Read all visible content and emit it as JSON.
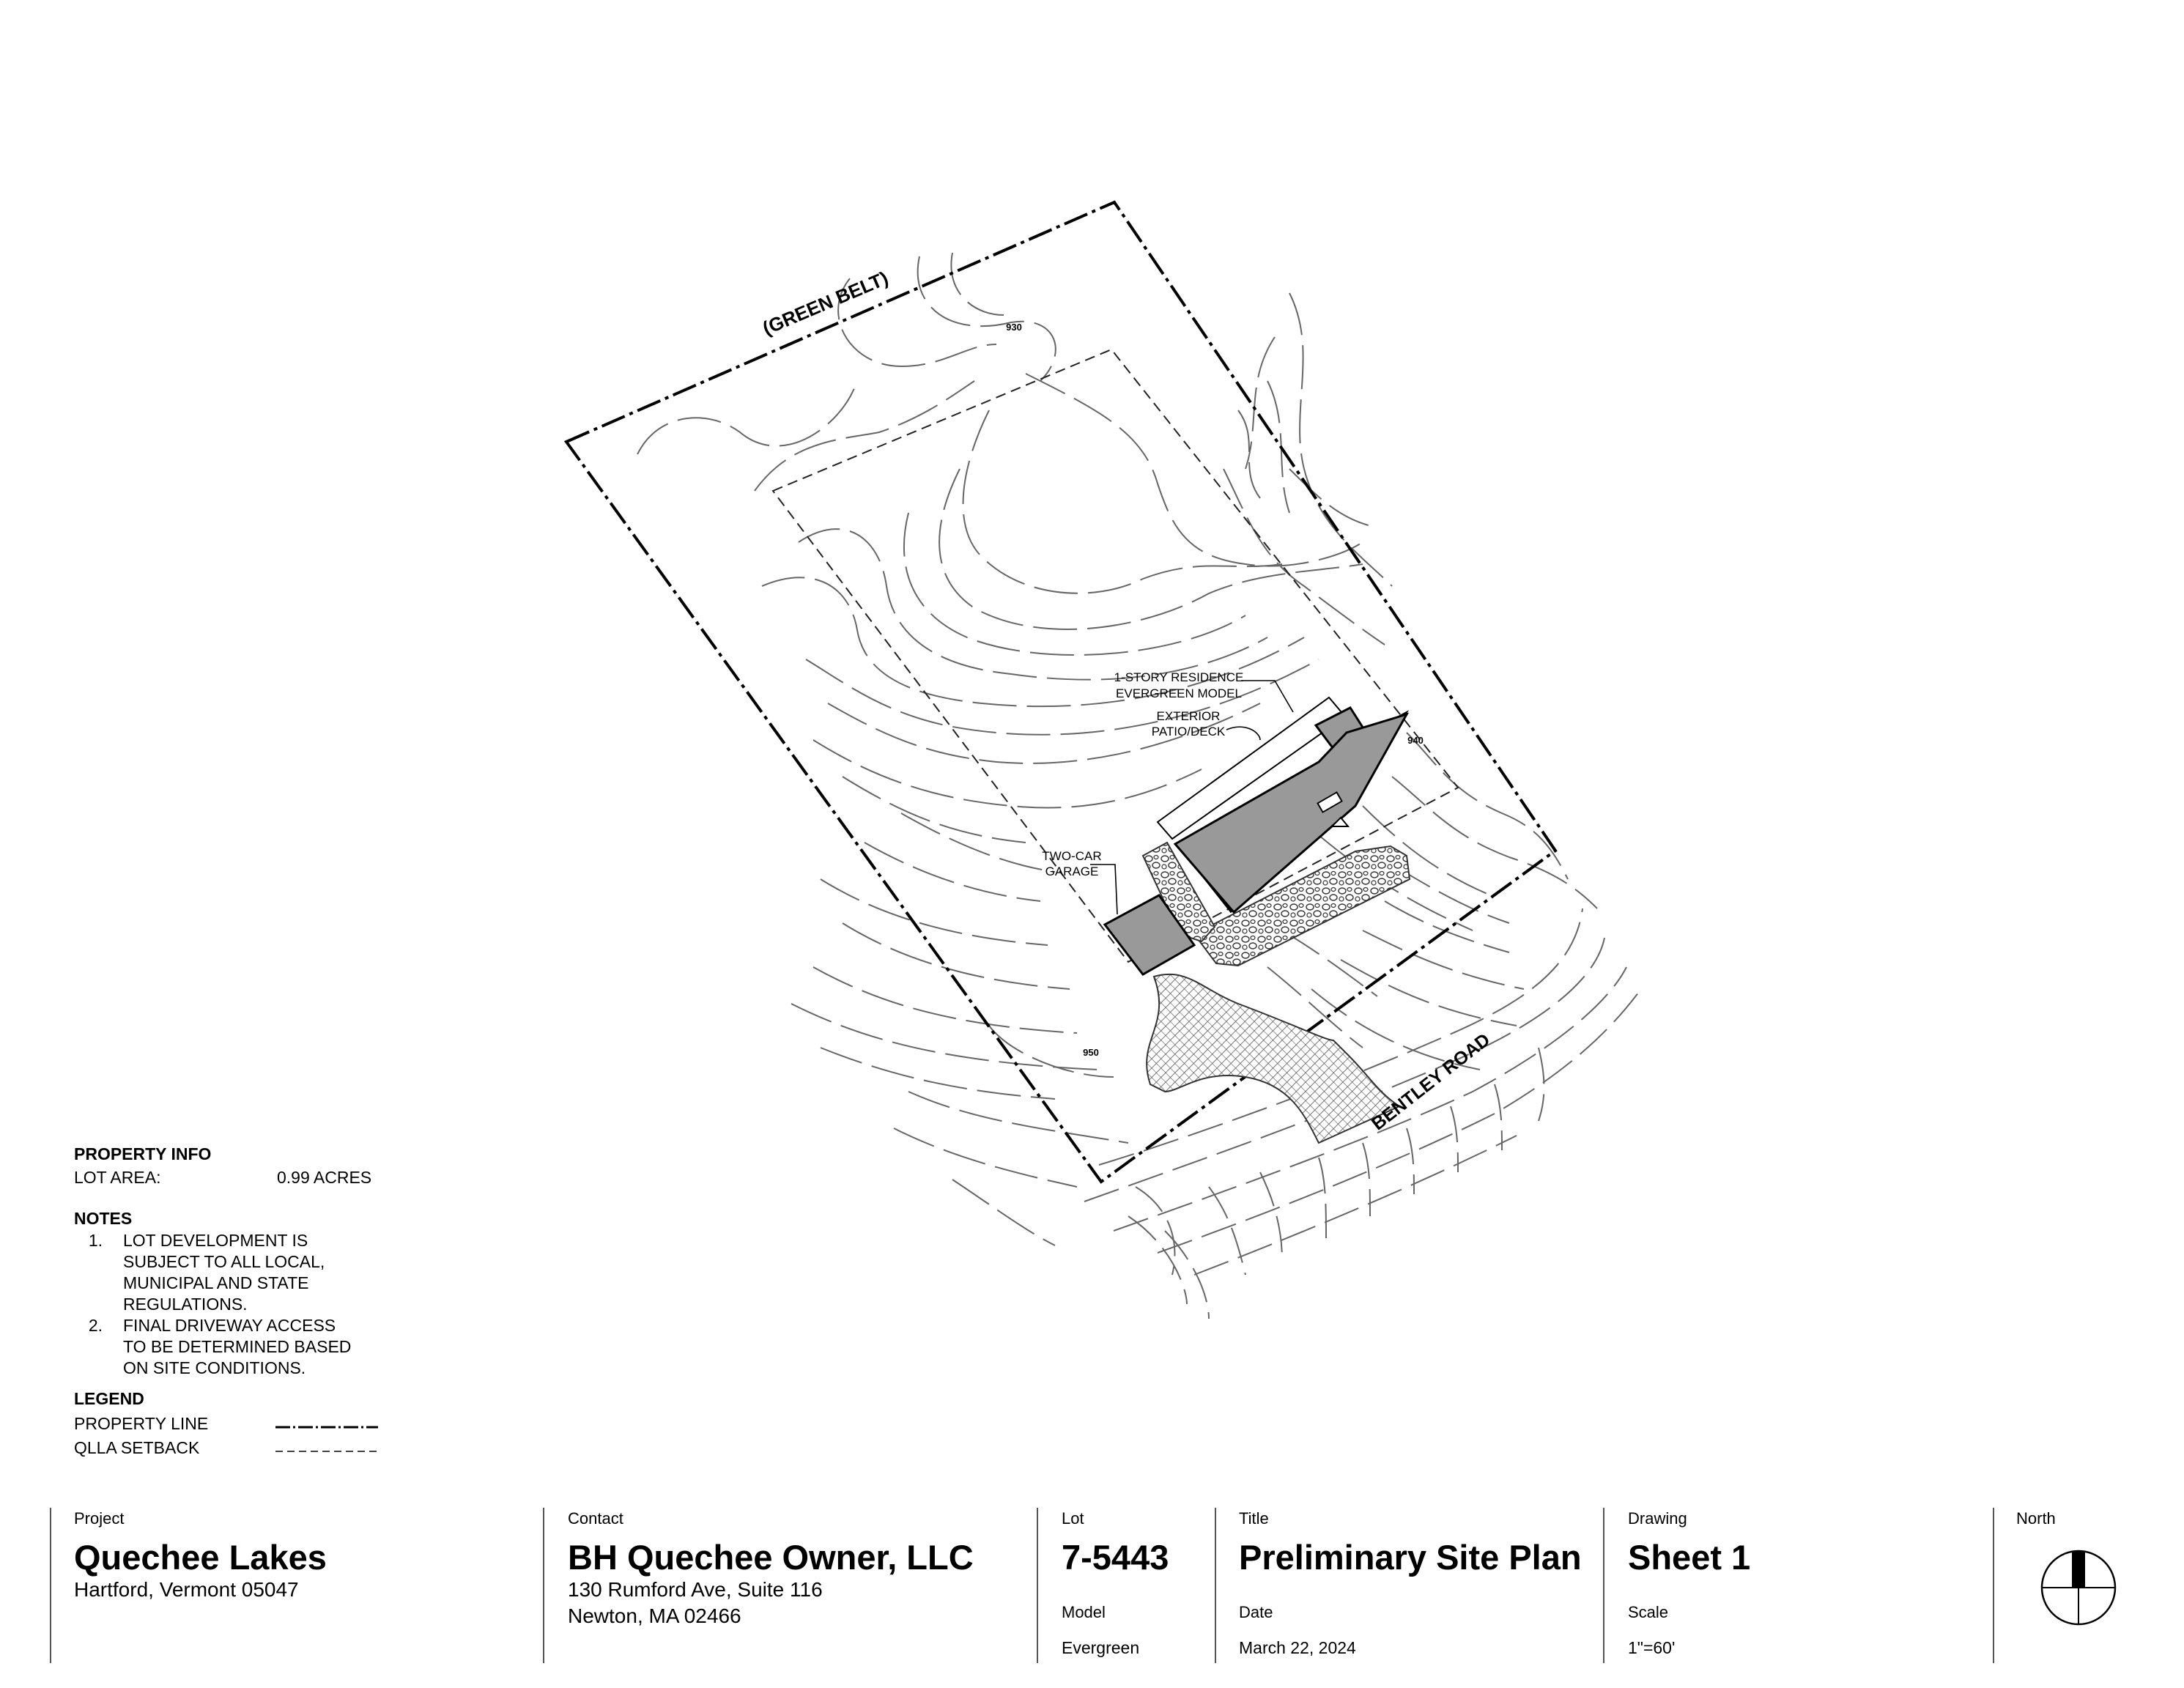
{
  "site_plan": {
    "labels": {
      "green_belt": "(GREEN BELT)",
      "bentley_road": "BENTLEY ROAD",
      "residence_line1": "1-STORY RESIDENCE",
      "residence_line2": "EVERGREEN MODEL",
      "patio_line1": "EXTERIOR",
      "patio_line2": "PATIO/DECK",
      "garage_line1": "TWO-CAR",
      "garage_line2": "GARAGE",
      "contour_930": "930",
      "contour_940": "940",
      "contour_950": "950"
    },
    "colors": {
      "building_fill": "#999999",
      "line": "#000000",
      "contour": "#666666"
    }
  },
  "property_info": {
    "heading": "PROPERTY INFO",
    "lot_area_label": "LOT AREA:",
    "lot_area_value": "0.99 ACRES"
  },
  "notes": {
    "heading": "NOTES",
    "items": [
      {
        "num": "1.",
        "lines": [
          "LOT DEVELOPMENT IS",
          "SUBJECT TO ALL LOCAL,",
          "MUNICIPAL AND STATE",
          "REGULATIONS."
        ]
      },
      {
        "num": "2.",
        "lines": [
          "FINAL DRIVEWAY ACCESS",
          "TO BE DETERMINED BASED",
          "ON SITE CONDITIONS."
        ]
      }
    ]
  },
  "legend": {
    "heading": "LEGEND",
    "items": [
      {
        "label": "PROPERTY LINE",
        "style": "dash-dot"
      },
      {
        "label": "QLLA SETBACK",
        "style": "dashed"
      }
    ]
  },
  "title_block": {
    "project": {
      "label": "Project",
      "name": "Quechee Lakes",
      "line2": "Hartford, Vermont 05047"
    },
    "contact": {
      "label": "Contact",
      "name": "BH Quechee Owner, LLC",
      "line2": "130 Rumford Ave, Suite 116",
      "line3": "Newton, MA  02466"
    },
    "lot": {
      "label": "Lot",
      "value": "7-5443",
      "model_label": "Model",
      "model_value": "Evergreen"
    },
    "title": {
      "label": "Title",
      "value": "Preliminary Site Plan",
      "date_label": "Date",
      "date_value": "March 22, 2024"
    },
    "drawing": {
      "label": "Drawing",
      "value": "Sheet 1",
      "scale_label": "Scale",
      "scale_value": "1\"=60'"
    },
    "north": {
      "label": "North"
    }
  }
}
